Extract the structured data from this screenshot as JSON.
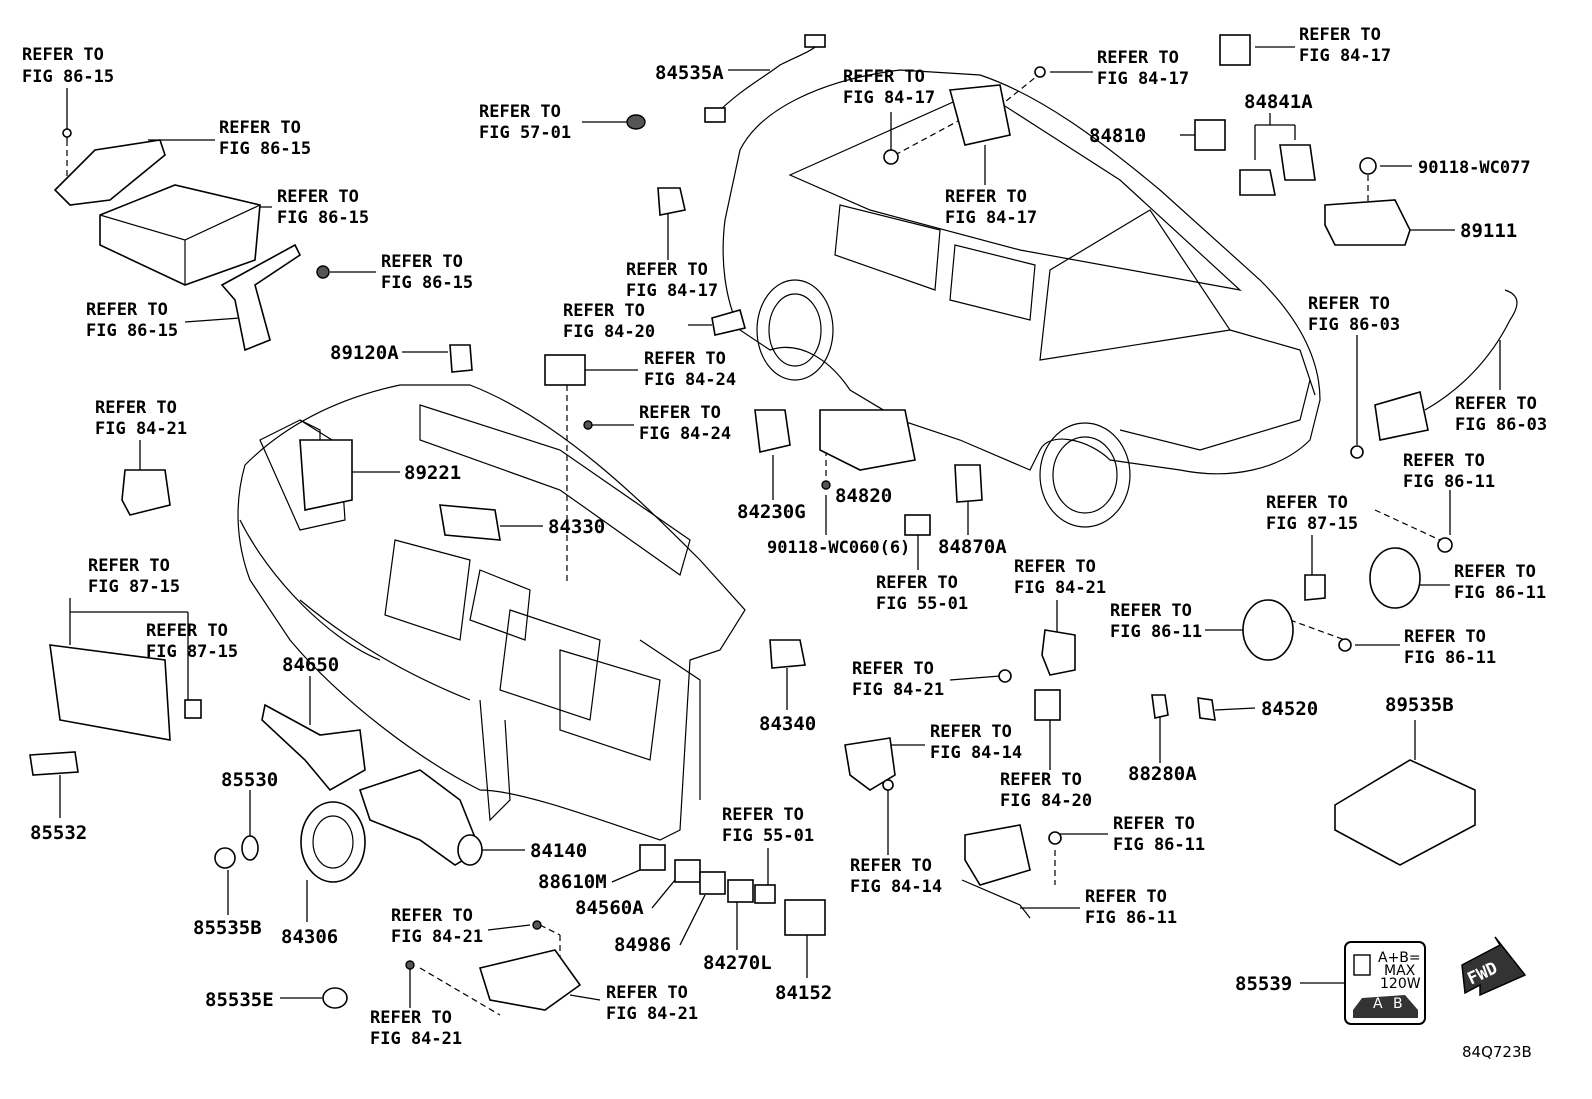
{
  "refer": {
    "r1": [
      "REFER TO",
      "FIG 86-15"
    ],
    "r2": [
      "REFER TO",
      "FIG 86-15"
    ],
    "r3": [
      "REFER TO",
      "FIG 86-15"
    ],
    "r4": [
      "REFER TO",
      "FIG 86-15"
    ],
    "r5": [
      "REFER TO",
      "FIG 86-15"
    ],
    "r6": [
      "REFER TO",
      "FIG 57-01"
    ],
    "r7": [
      "REFER TO",
      "FIG 84-17"
    ],
    "r8": [
      "REFER TO",
      "FIG 84-17"
    ],
    "r9": [
      "REFER TO",
      "FIG 84-17"
    ],
    "r10": [
      "REFER TO",
      "FIG 84-17"
    ],
    "r11": [
      "REFER TO",
      "FIG 84-17"
    ],
    "r12": [
      "REFER TO",
      "FIG 84-20"
    ],
    "r13": [
      "REFER TO",
      "FIG 84-24"
    ],
    "r14": [
      "REFER TO",
      "FIG 84-24"
    ],
    "r15": [
      "REFER TO",
      "FIG 84-21"
    ],
    "r16": [
      "REFER TO",
      "FIG 87-15"
    ],
    "r17": [
      "REFER TO",
      "FIG 87-15"
    ],
    "r18": [
      "REFER TO",
      "FIG 86-03"
    ],
    "r19": [
      "REFER TO",
      "FIG 86-03"
    ],
    "r20": [
      "REFER TO",
      "FIG 86-11"
    ],
    "r21": [
      "REFER TO",
      "FIG 87-15"
    ],
    "r22": [
      "REFER TO",
      "FIG 86-11"
    ],
    "r23": [
      "REFER TO",
      "FIG 86-11"
    ],
    "r24": [
      "REFER TO",
      "FIG 86-11"
    ],
    "r25": [
      "REFER TO",
      "FIG 55-01"
    ],
    "r26": [
      "REFER TO",
      "FIG 84-21"
    ],
    "r27": [
      "REFER TO",
      "FIG 84-21"
    ],
    "r28": [
      "REFER TO",
      "FIG 84-14"
    ],
    "r29": [
      "REFER TO",
      "FIG 84-20"
    ],
    "r30": [
      "REFER TO",
      "FIG 84-14"
    ],
    "r31": [
      "REFER TO",
      "FIG 86-11"
    ],
    "r32": [
      "REFER TO",
      "FIG 86-11"
    ],
    "r33": [
      "REFER TO",
      "FIG 55-01"
    ],
    "r34": [
      "REFER TO",
      "FIG 84-21"
    ],
    "r35": [
      "REFER TO",
      "FIG 84-21"
    ],
    "r36": [
      "REFER TO",
      "FIG 84-21"
    ]
  },
  "parts": {
    "p84535A": "84535A",
    "p84810": "84810",
    "p84841A": "84841A",
    "p90118WC077": "90118-WC077",
    "p89111": "89111",
    "p89120A": "89120A",
    "p89221": "89221",
    "p84330": "84330",
    "p84230G": "84230G",
    "p84820": "84820",
    "p90118WC060": "90118-WC060(6)",
    "p84870A": "84870A",
    "p84650": "84650",
    "p84340": "84340",
    "p85530": "85530",
    "p85532": "85532",
    "p84140": "84140",
    "p85535B": "85535B",
    "p84306": "84306",
    "p88610M": "88610M",
    "p84560A": "84560A",
    "p84986": "84986",
    "p84270L": "84270L",
    "p84152": "84152",
    "p85535E": "85535E",
    "p88280A": "88280A",
    "p84520": "84520",
    "p89535B": "89535B",
    "p85539": "85539"
  },
  "badge": {
    "line1": "A+B=",
    "line2": "MAX",
    "line3": "120W",
    "a": "A",
    "b": "B"
  },
  "fwd": "FWD",
  "diagram_id": "84Q723B"
}
